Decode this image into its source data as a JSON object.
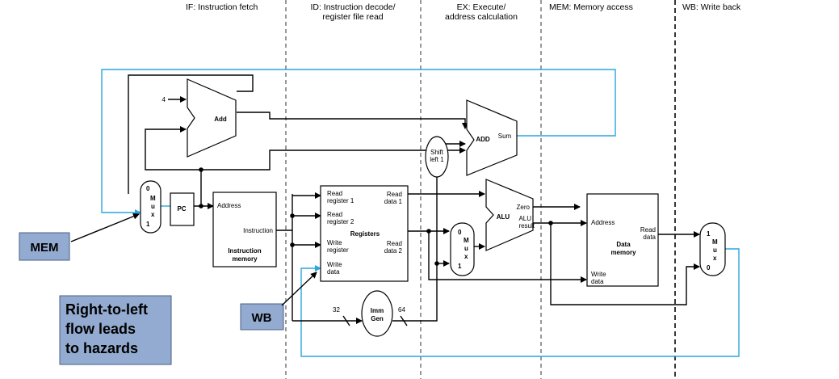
{
  "stages": {
    "if": "IF: Instruction fetch",
    "id_line1": "ID: Instruction decode/",
    "id_line2": "register file read",
    "ex_line1": "EX: Execute/",
    "ex_line2": "address calculation",
    "mem": "MEM: Memory access",
    "wb": "WB: Write back"
  },
  "blocks": {
    "pc": "PC",
    "add_pc": "Add",
    "const_4": "4",
    "mux_letters": [
      "M",
      "u",
      "x"
    ],
    "mux_pc_inputs": [
      "0",
      "1"
    ],
    "instr_mem": {
      "address": "Address",
      "instruction": "Instruction",
      "title_line1": "Instruction",
      "title_line2": "memory"
    },
    "registers": {
      "read_reg1_line1": "Read",
      "read_reg1_line2": "register 1",
      "read_reg2_line1": "Read",
      "read_reg2_line2": "register 2",
      "write_reg_line1": "Write",
      "write_reg_line2": "register",
      "write_data_line1": "Write",
      "write_data_line2": "data",
      "read_data1_line1": "Read",
      "read_data1_line2": "data 1",
      "read_data2_line1": "Read",
      "read_data2_line2": "data 2",
      "title": "Registers"
    },
    "imm_gen": {
      "line1": "Imm",
      "line2": "Gen",
      "in_width": "32",
      "out_width": "64"
    },
    "shift_left": {
      "line1": "Shift",
      "line2": "left 1"
    },
    "add_branch": {
      "title": "ADD",
      "sum": "Sum"
    },
    "mux_alu_inputs": [
      "0",
      "1"
    ],
    "alu": {
      "title": "ALU",
      "zero": "Zero",
      "result_line1": "ALU",
      "result_line2": "result"
    },
    "data_mem": {
      "address": "Address",
      "read_line1": "Read",
      "read_line2": "data",
      "write_line1": "Write",
      "write_line2": "data",
      "title_line1": "Data",
      "title_line2": "memory"
    },
    "mux_wb_inputs": [
      "1",
      "0"
    ]
  },
  "callouts": {
    "mem": "MEM",
    "wb": "WB",
    "note_lines": [
      "Right-to-left",
      "flow leads",
      "to hazards"
    ]
  },
  "colors": {
    "highlight_wire": "#2aa6e0",
    "callout_fill": "#93abd0"
  }
}
